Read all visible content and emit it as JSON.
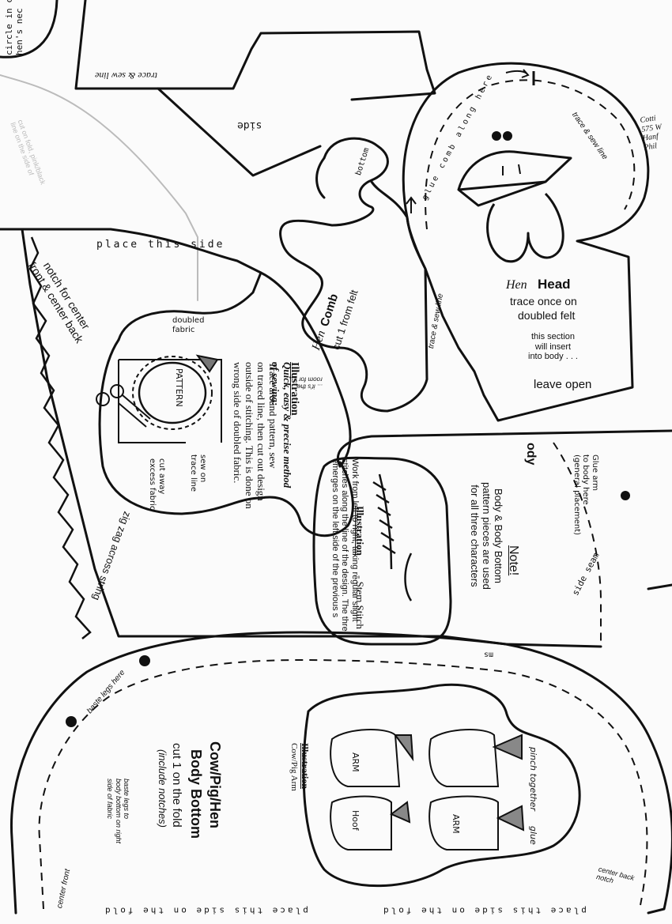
{
  "top": {
    "circle_note": "circle in ce\nhen's nec",
    "trace_sew_top": "trace & sew line",
    "side": "side",
    "faded_note": "cut on fold, pink/black\nline on the side of"
  },
  "hen_head": {
    "title_a": "Hen",
    "title_b": "Head",
    "trace": "trace once on",
    "felt": "doubled felt",
    "insert": "this section\nwill insert\ninto body . . .",
    "leave_open": "leave open",
    "trace_sew_left": "trace & sew line",
    "trace_sew_right": "trace & sew line",
    "glue_comb": "glue comb along here",
    "address": "Cotti\n575 W\nHanf\nPhil"
  },
  "hen_comb": {
    "title_a": "Hen",
    "title_b": "Comb",
    "cut": "cut 1 from felt",
    "bottom": "bottom"
  },
  "body_left": {
    "place_side": "place this side",
    "notch": "notch for center\nfront & center back",
    "zigzag": "zig zag across string",
    "room": "... it's the\nroom for it..."
  },
  "illustration_sewing": {
    "heading": "Illustration",
    "subheading": "Quick, easy & precise method\nof sewing:",
    "body": "Trace around pattern, sew\non traced line, then cut out design\noutside of stitching. This is done on\nwrong side of doubled fabric.",
    "doubled_fabric": "doubled\nfabric",
    "pattern": "PATTERN",
    "sew_on": "sew on\ntrace line",
    "cut_away": "cut away\nexcess fabric"
  },
  "stem_stitch": {
    "heading": "Illustration",
    "heading_suffix": " - Stem Stitch",
    "body": "Work from left to right, taking regular slight\nstitches along the line of the design. The thre\nemerges on the left side of the previous s"
  },
  "note": {
    "title": "Note!",
    "body": "Body & Body Bottom\npattern pieces are used\nfor all three characters"
  },
  "body_right": {
    "glue_arm": "Glue arm\nto body here\n(general placement)",
    "side_seam": "side seam",
    "body_fragment": "ody",
    "ms": "ms"
  },
  "body_bottom": {
    "title_a": "Cow/Pig/Hen",
    "title_b": "Body Bottom",
    "cut": "cut 1 on the fold",
    "notches": "(include notches)",
    "baste_here": "baste legs here",
    "baste_note": "baste legs to\nbody bottom on right\nside of fabric",
    "center_front": "center front",
    "center_back": "center back\nnotch",
    "place_fold_left": "place this side on the fold",
    "place_fold_right": "place this side on the fold"
  },
  "arm_illustration": {
    "heading": "Illustration",
    "subheading": "Cow/Pig Arm",
    "arm1": "ARM",
    "arm2": "ARM",
    "hoof": "Hoof",
    "pinch": "pinch together",
    "glue": "glue"
  }
}
